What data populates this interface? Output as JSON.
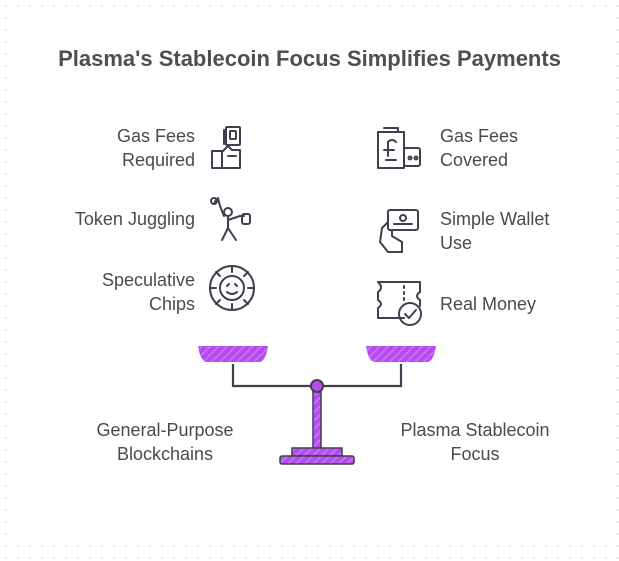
{
  "title": "Plasma's Stablecoin Focus Simplifies Payments",
  "colors": {
    "accent": "#b54cf0",
    "icon_stroke": "#3f3f4f",
    "text": "#4a4a4a"
  },
  "left_side": {
    "label_line1": "General-Purpose",
    "label_line2": "Blockchains",
    "items": [
      {
        "line1": "Gas Fees",
        "line2": "Required",
        "icon": "hand-holding-cash-icon"
      },
      {
        "line1": "Token Juggling",
        "line2": "",
        "icon": "juggler-icon"
      },
      {
        "line1": "Speculative",
        "line2": "Chips",
        "icon": "casino-chip-icon"
      }
    ]
  },
  "right_side": {
    "label_line1": "Plasma Stablecoin",
    "label_line2": "Focus",
    "items": [
      {
        "line1": "Gas Fees",
        "line2": "Covered",
        "icon": "pound-wallet-icon"
      },
      {
        "line1": "Simple Wallet",
        "line2": "Use",
        "icon": "hand-holding-card-icon"
      },
      {
        "line1": "Real Money",
        "line2": "",
        "icon": "ticket-check-icon"
      }
    ]
  }
}
